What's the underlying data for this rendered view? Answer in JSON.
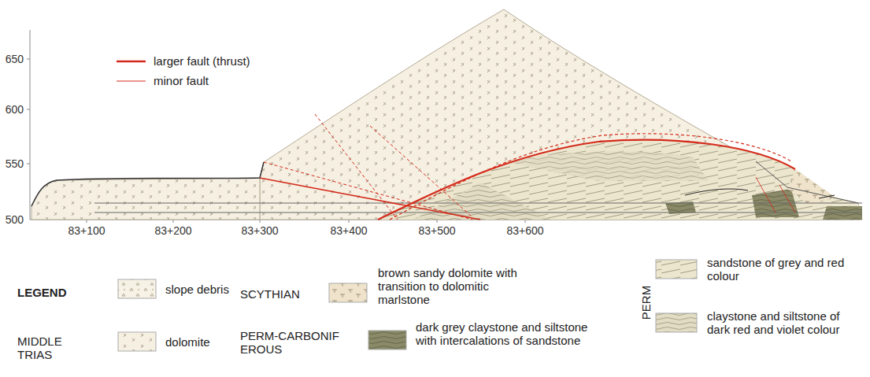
{
  "diagram": {
    "labels": [
      "650",
      "600",
      "550",
      "500",
      "83+100",
      "83+200",
      "83+300",
      "83+400",
      "83+500",
      "83+600",
      "LEGEND",
      "MIDDLE TRIAS",
      "SCYTHIAN",
      "PERM-CARBONIFEROUS",
      "PERM"
    ],
    "legend": [
      {
        "text": "larger fault (thrust)"
      },
      {
        "text": "minor fault"
      },
      {
        "text": "slope debris"
      },
      {
        "text": "dolomite"
      },
      {
        "text": "brown sandy dolomite with transition to dolomitic marlstone"
      },
      {
        "text": "dark grey claystone and siltstone with intercalations of sandstone"
      },
      {
        "text": "sandstone of grey and red colour"
      },
      {
        "text": "claystone and siltstone of dark red and violet colour"
      }
    ]
  }
}
